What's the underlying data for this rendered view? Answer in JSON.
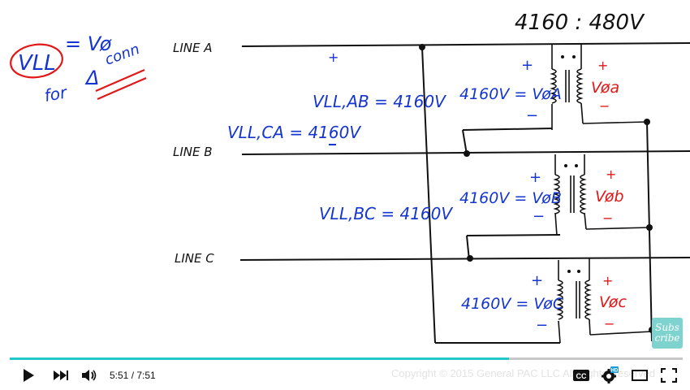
{
  "drawing": {
    "ratio": "4160 : 480V",
    "lines": [
      "LINE A",
      "LINE B",
      "LINE C"
    ],
    "formula_lhs": "VLL",
    "formula_eq": "= Vø",
    "formula_for": "for",
    "formula_delta": "Δ",
    "formula_conn": "conn",
    "vll_ab": "VLL,AB = 4160V",
    "vll_ca": "VLL,CA = 4160V",
    "vll_bc": "VLL,BC = 4160V",
    "phase_primary": [
      "4160V = VøA",
      "4160V = VøB",
      "4160V = VøC"
    ],
    "phase_secondary": [
      "Vøa",
      "Vøb",
      "Vøc"
    ],
    "plus": "+",
    "minus": "−"
  },
  "player": {
    "progress_percent": 74.2,
    "time": "5:51 / 7:51",
    "copyright": "Copyright © 2015 General PAC LLC All Rights Reserved",
    "subscribe_line1": "Subs",
    "subscribe_line2": "cribe",
    "icons": [
      "play-icon",
      "next-icon",
      "volume-icon",
      "cc-icon",
      "settings-icon",
      "theater-icon",
      "fullscreen-icon"
    ],
    "hd_badge": "HD",
    "cc_label": "CC",
    "accent": "#22c7c9"
  }
}
